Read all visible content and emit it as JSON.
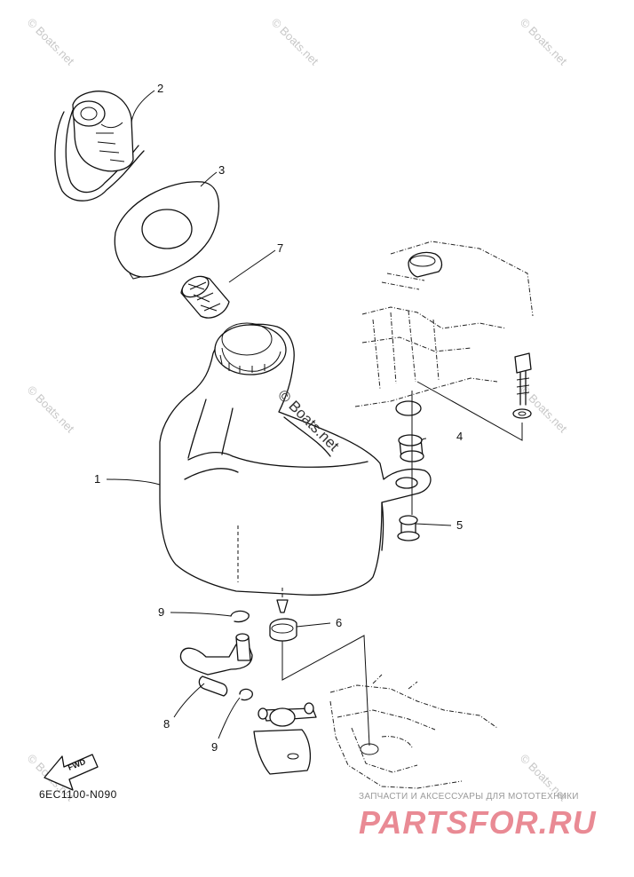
{
  "diagram_code": "6EC1100-N090",
  "callouts": {
    "c1": "1",
    "c2": "2",
    "c3": "3",
    "c4": "4",
    "c5": "5",
    "c6": "6",
    "c7": "7",
    "c8": "8",
    "c9a": "9",
    "c9b": "9"
  },
  "fwd_label": "FWD",
  "watermark_center": "© Boats.net",
  "watermark_small": "© Boats.net",
  "brand": {
    "tagline": "ЗАПЧАСТИ И АКСЕССУАРЫ ДЛЯ МОТОТЕХНИКИ",
    "logo": "PARTSFOR.RU"
  },
  "colors": {
    "line": "#111111",
    "watermark": "#c8c8c8",
    "brand_logo": "#e98a94"
  }
}
